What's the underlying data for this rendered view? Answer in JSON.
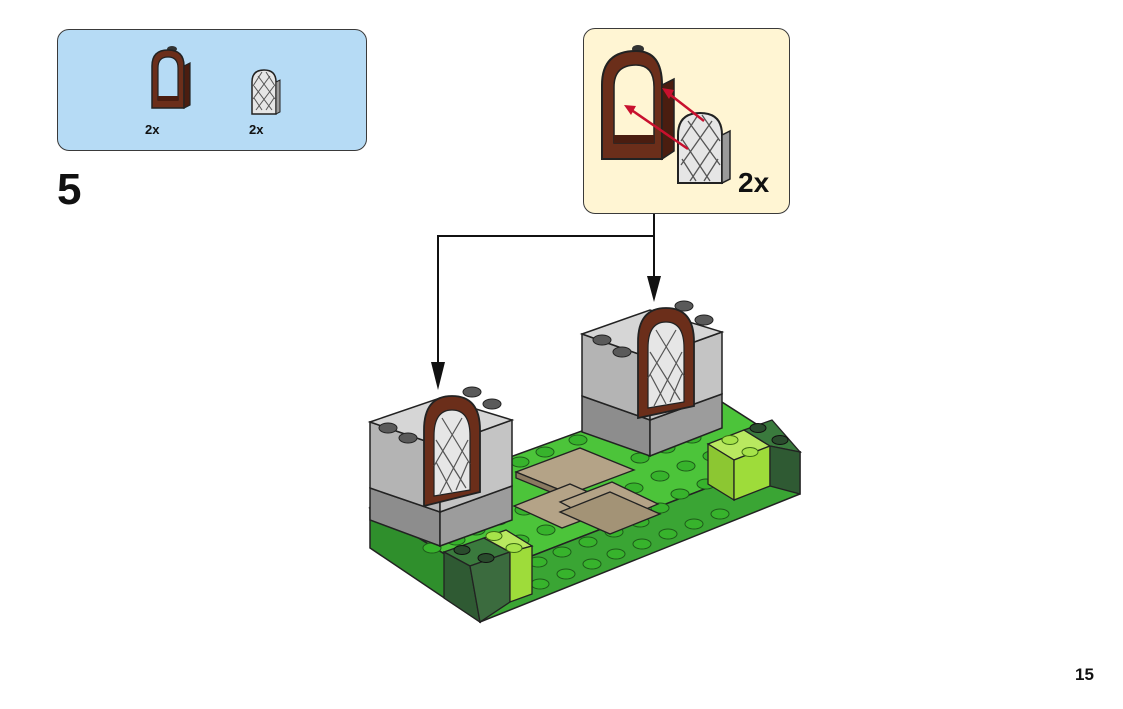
{
  "step": {
    "number": "5"
  },
  "parts_list": {
    "items": [
      {
        "name": "brown-window-frame",
        "quantity": "2x",
        "color": "#6b2e1a"
      },
      {
        "name": "window-lattice-pane",
        "quantity": "2x",
        "color": "#d8d8d8"
      }
    ]
  },
  "callout": {
    "quantity": "2x"
  },
  "page": {
    "number": "15"
  },
  "colors": {
    "parts_bg": "#b6dbf5",
    "callout_bg": "#fff5d3",
    "brown": "#6b2e1a",
    "grass": "#4cc43a",
    "dark_green": "#2f5a33",
    "lime": "#9edc3a",
    "stone_light": "#b4b4b4",
    "stone_dark": "#8d8d8d",
    "tile": "#b4a387"
  }
}
